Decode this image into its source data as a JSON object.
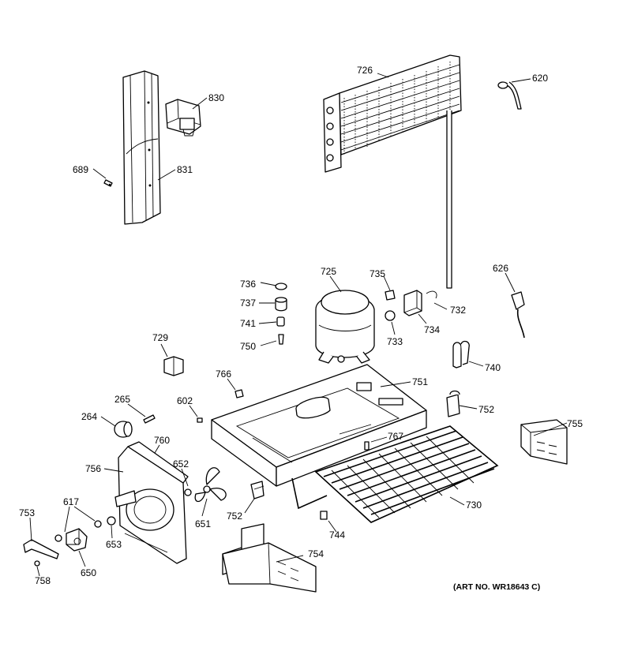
{
  "callouts": [
    {
      "id": "726",
      "text": "726"
    },
    {
      "id": "620",
      "text": "620"
    },
    {
      "id": "830",
      "text": "830"
    },
    {
      "id": "689",
      "text": "689"
    },
    {
      "id": "831",
      "text": "831"
    },
    {
      "id": "736",
      "text": "736"
    },
    {
      "id": "725",
      "text": "725"
    },
    {
      "id": "735",
      "text": "735"
    },
    {
      "id": "626",
      "text": "626"
    },
    {
      "id": "737",
      "text": "737"
    },
    {
      "id": "732",
      "text": "732"
    },
    {
      "id": "741",
      "text": "741"
    },
    {
      "id": "734",
      "text": "734"
    },
    {
      "id": "733",
      "text": "733"
    },
    {
      "id": "750",
      "text": "750"
    },
    {
      "id": "729",
      "text": "729"
    },
    {
      "id": "740",
      "text": "740"
    },
    {
      "id": "766",
      "text": "766"
    },
    {
      "id": "751",
      "text": "751"
    },
    {
      "id": "265",
      "text": "265"
    },
    {
      "id": "602",
      "text": "602"
    },
    {
      "id": "752a",
      "text": "752"
    },
    {
      "id": "264",
      "text": "264"
    },
    {
      "id": "755",
      "text": "755"
    },
    {
      "id": "760",
      "text": "760"
    },
    {
      "id": "767",
      "text": "767"
    },
    {
      "id": "756",
      "text": "756"
    },
    {
      "id": "652",
      "text": "652"
    },
    {
      "id": "730",
      "text": "730"
    },
    {
      "id": "617",
      "text": "617"
    },
    {
      "id": "753",
      "text": "753"
    },
    {
      "id": "752b",
      "text": "752"
    },
    {
      "id": "651",
      "text": "651"
    },
    {
      "id": "653",
      "text": "653"
    },
    {
      "id": "744",
      "text": "744"
    },
    {
      "id": "754",
      "text": "754"
    },
    {
      "id": "650",
      "text": "650"
    },
    {
      "id": "758",
      "text": "758"
    }
  ],
  "art_number": "(ART NO. WR18643 C)"
}
